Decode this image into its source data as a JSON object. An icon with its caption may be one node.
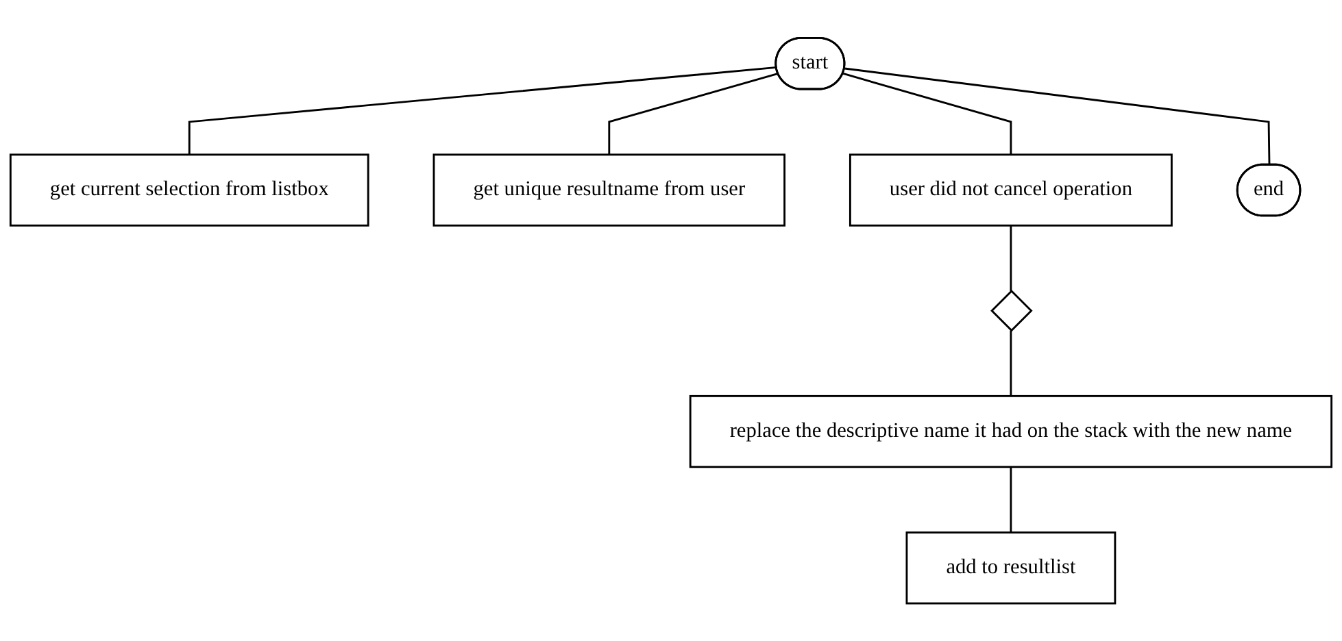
{
  "diagram": {
    "nodes": [
      {
        "text": [
          "start"
        ]
      },
      {
        "text": [
          "get current selection from listbox"
        ]
      },
      {
        "text": [
          "get unique resultname from user"
        ]
      },
      {
        "text": [
          "user did not cancel operation"
        ]
      },
      {
        "text": [],
        "shape": "diamond"
      },
      {
        "text": [
          "replace the descriptive name it had on the stack with the new name"
        ]
      },
      {
        "text": [
          "add to resultlist"
        ]
      },
      {
        "text": [
          "end"
        ]
      }
    ],
    "edges": [
      {
        "from": 0,
        "to": 1,
        "arrow": "none"
      },
      {
        "from": 0,
        "to": 2,
        "arrow": "none"
      },
      {
        "from": 0,
        "to": 3,
        "arrow": "none"
      },
      {
        "from": 3,
        "to": 4,
        "arrow": "none"
      },
      {
        "from": 4,
        "to": 5,
        "arrow": "none"
      },
      {
        "from": 5,
        "to": 6,
        "arrow": "none"
      },
      {
        "from": 0,
        "to": 7,
        "arrow": "none"
      }
    ]
  }
}
